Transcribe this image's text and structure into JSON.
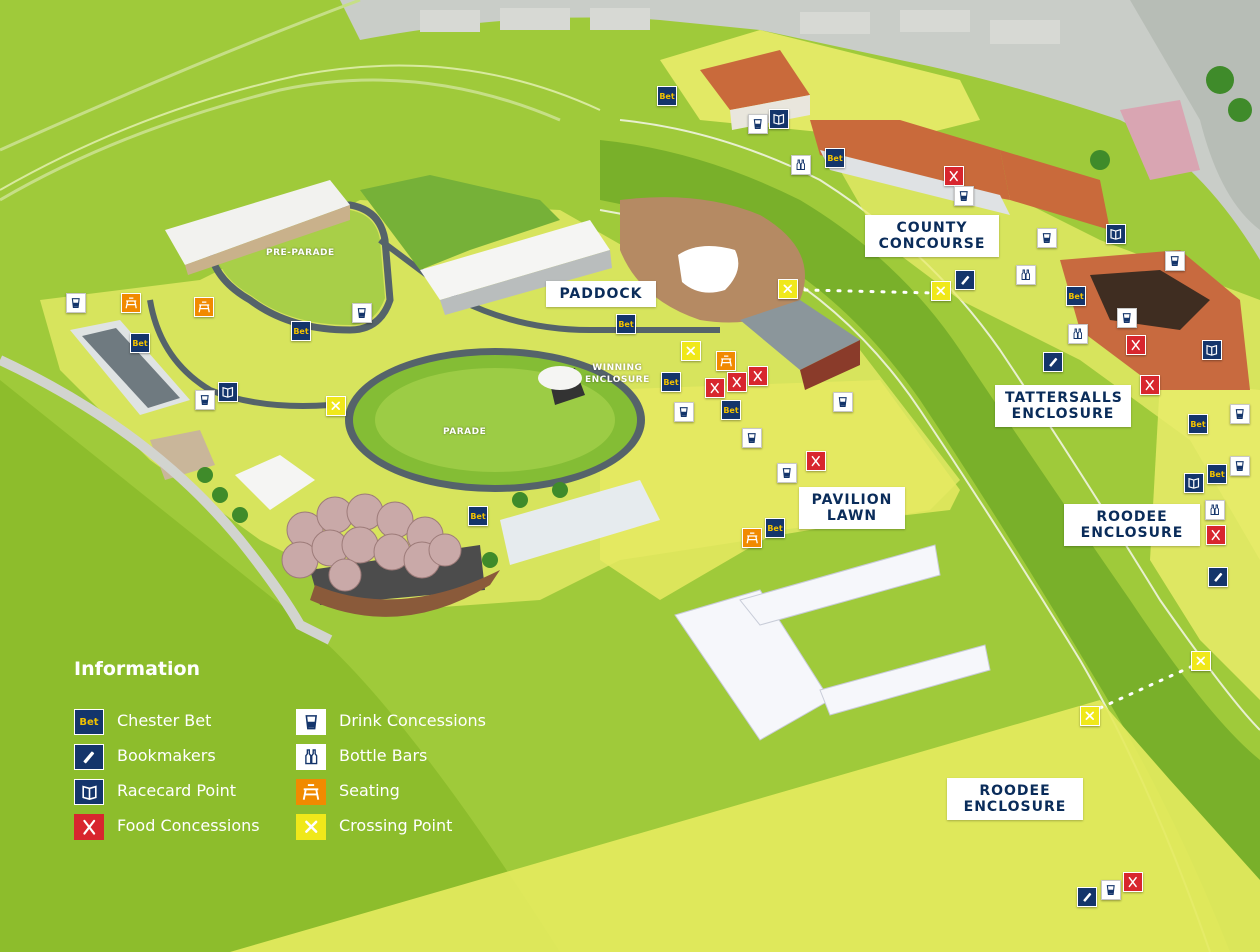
{
  "areas": {
    "county_concourse": [
      "COUNTY",
      "CONCOURSE"
    ],
    "paddock": "PADDOCK",
    "tattersalls": [
      "TATTERSALLS",
      "ENCLOSURE"
    ],
    "pavilion_lawn": [
      "PAVILION",
      "LAWN"
    ],
    "roodee_upper": [
      "ROODEE",
      "ENCLOSURE"
    ],
    "roodee_lower": [
      "ROODEE",
      "ENCLOSURE"
    ]
  },
  "small_labels": {
    "pre_parade": "PRE-PARADE",
    "winning_enclosure": [
      "WINNING",
      "ENCLOSURE"
    ],
    "parade": "PARADE"
  },
  "icon_text": {
    "bet": "Bet"
  },
  "legend": {
    "title": "Information",
    "items": [
      {
        "type": "bet",
        "label": "Chester Bet"
      },
      {
        "type": "bookie",
        "label": "Bookmakers"
      },
      {
        "type": "racecard",
        "label": "Racecard Point"
      },
      {
        "type": "food",
        "label": "Food Concessions"
      },
      {
        "type": "drink",
        "label": "Drink Concessions"
      },
      {
        "type": "bottle",
        "label": "Bottle Bars"
      },
      {
        "type": "seat",
        "label": "Seating"
      },
      {
        "type": "cross",
        "label": "Crossing Point"
      }
    ]
  },
  "colors": {
    "grass": "#9fca3a",
    "enclosure": "#e9ec6a",
    "navy": "#14356b",
    "bet_text": "#f2c200",
    "food": "#d8262e",
    "seating": "#f18a00",
    "crossing": "#f0e81a",
    "label_text": "#0a2c5a"
  }
}
